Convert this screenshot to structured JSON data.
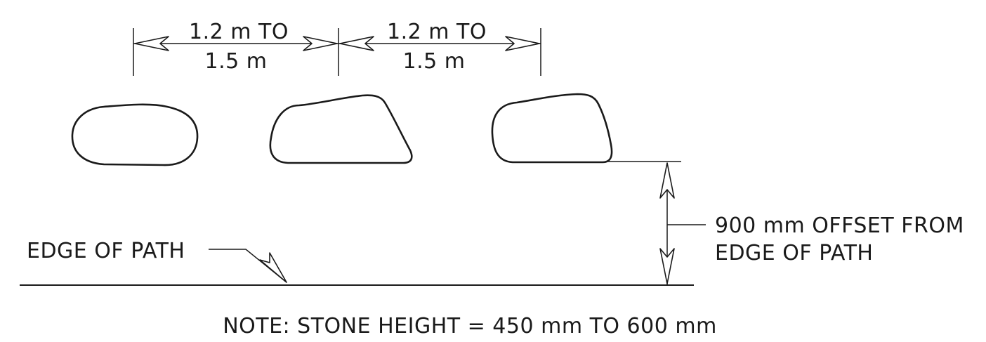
{
  "dimensions": {
    "spacing_1_line1": "1.2 m TO",
    "spacing_1_line2": "1.5 m",
    "spacing_2_line1": "1.2 m TO",
    "spacing_2_line2": "1.5 m",
    "offset_line1": "900 mm OFFSET FROM",
    "offset_line2": "EDGE OF PATH"
  },
  "labels": {
    "edge_of_path": "EDGE OF PATH",
    "note": "NOTE: STONE HEIGHT = 450 mm TO 600 mm"
  },
  "colors": {
    "line": "#1a1a1a",
    "background": "#ffffff"
  }
}
